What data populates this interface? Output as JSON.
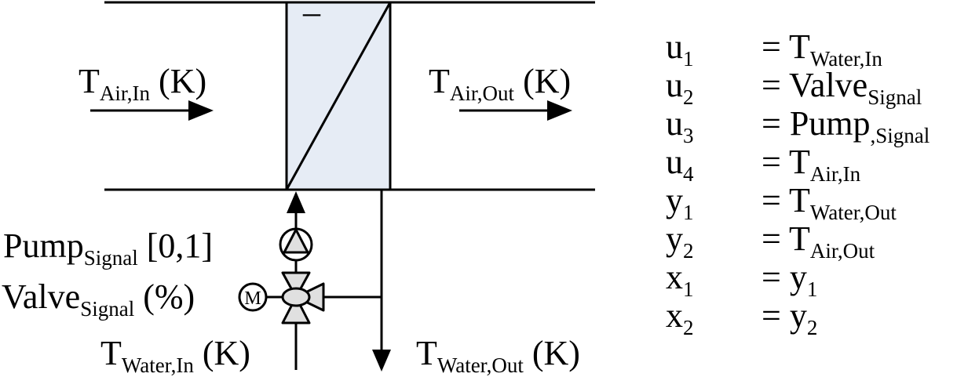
{
  "colors": {
    "exchanger_fill": "#e6ecf5",
    "stroke": "#000000"
  },
  "icons": [
    "arrow-right-icon",
    "arrow-up-icon",
    "arrow-down-icon",
    "pump-icon",
    "three-way-valve-icon",
    "motor-icon"
  ],
  "labels": {
    "air_in": {
      "main": "T",
      "sub": "Air,In",
      "unit": " (K)"
    },
    "air_out": {
      "main": "T",
      "sub": "Air,Out",
      "unit": " (K)"
    },
    "pump": {
      "main": "Pump",
      "sub": "Signal",
      "unit": " [0,1]"
    },
    "valve": {
      "main": "Valve",
      "sub": "Signal",
      "unit": " (%)"
    },
    "water_in": {
      "main": "T",
      "sub": "Water,In",
      "unit": " (K)"
    },
    "water_out": {
      "main": "T",
      "sub": "Water,Out",
      "unit": " (K)"
    },
    "exchanger_sign": "–",
    "motor_letter": "M"
  },
  "equations": [
    {
      "lhs": "u",
      "lhs_sub": "1",
      "rhs": "T",
      "rhs_sub": "Water,In"
    },
    {
      "lhs": "u",
      "lhs_sub": "2",
      "rhs": "Valve",
      "rhs_sub": "Signal"
    },
    {
      "lhs": "u",
      "lhs_sub": "3",
      "rhs": "Pump",
      "rhs_sub": ",Signal"
    },
    {
      "lhs": "u",
      "lhs_sub": "4",
      "rhs": "T",
      "rhs_sub": "Air,In"
    },
    {
      "lhs": "y",
      "lhs_sub": "1",
      "rhs": "T",
      "rhs_sub": "Water,Out"
    },
    {
      "lhs": "y",
      "lhs_sub": "2",
      "rhs": "T",
      "rhs_sub": "Air,Out"
    },
    {
      "lhs": "x",
      "lhs_sub": "1",
      "rhs": "y",
      "rhs_sub": "1"
    },
    {
      "lhs": "x",
      "lhs_sub": "2",
      "rhs": "y",
      "rhs_sub": "2"
    }
  ],
  "equals_sign": "="
}
